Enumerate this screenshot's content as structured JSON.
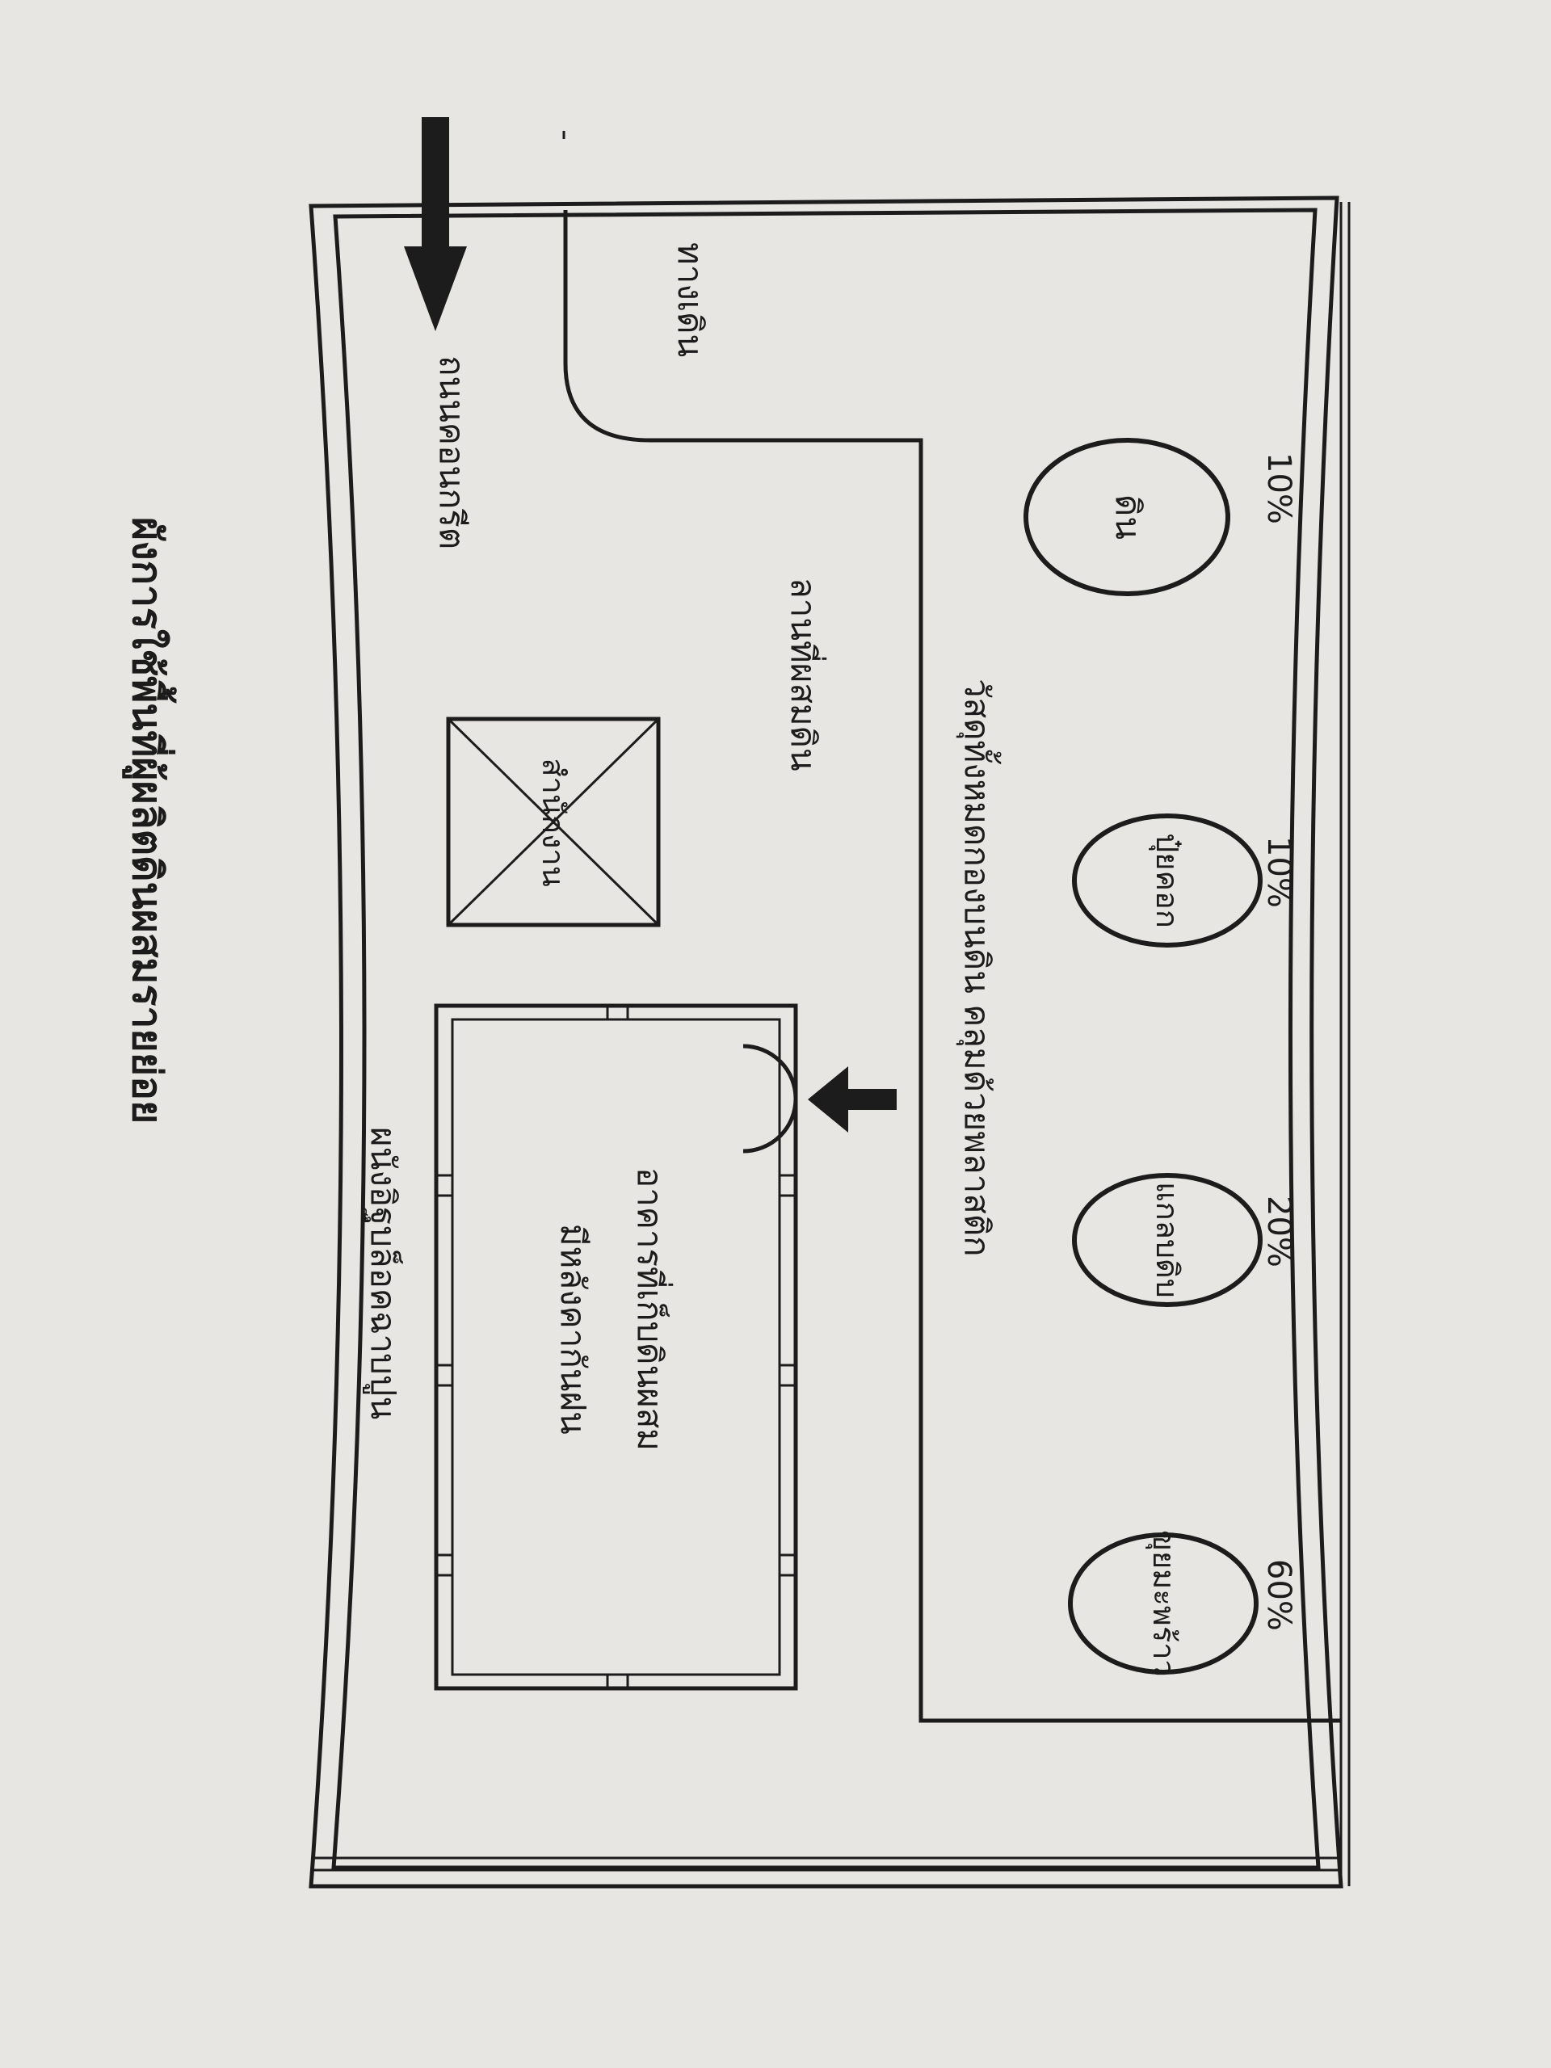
{
  "diagram": {
    "title": "ผังการใช้พื้นที่ผู้ผลิตดินผสมรายย่อย",
    "piles": [
      {
        "label": "ดิน",
        "percent": "10%"
      },
      {
        "label": "ปุ๋ยคอก",
        "percent": "10%"
      },
      {
        "label": "แกลบดิบ",
        "percent": "20%"
      },
      {
        "label": "ขุยมะพร้าว",
        "percent": "60%"
      }
    ],
    "note_cover": "วัสดุทั้งหมดกองบนดิน คลุมด้วยพลาสติก",
    "soil_area": "ทางเดิน",
    "mixing_yard": "ลานที่ผสมดิน",
    "office": "สำนักงาน",
    "building_line1": "อาคารที่เก็บดินผสม",
    "building_line2": "มีหลังคากันฝน",
    "wall": "ผนังอิฐบล็อคฉาบปูน",
    "road": "ถนนคอนกรีต"
  }
}
